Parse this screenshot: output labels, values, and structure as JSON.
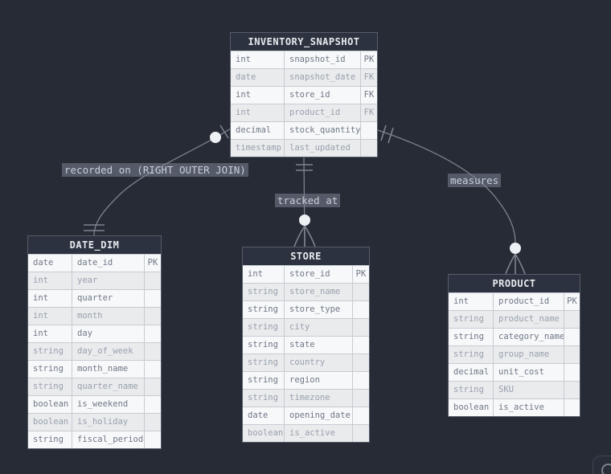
{
  "colors": {
    "canvas_bg": "#262b35",
    "entity_header_bg": "#2c3240",
    "entity_header_text": "#e7eaee",
    "row_odd_bg": "#f7f8f9",
    "row_even_bg": "#e9ebed",
    "row_odd_text": "#6f7887",
    "row_even_text": "#9aa1ad",
    "edge_stroke": "#7d838e",
    "cardinality_circle_fill": "#eef1f4",
    "relationship_label_bg": "#7a8290",
    "relationship_label_text": "#c9cfd9"
  },
  "entities": [
    {
      "name": "INVENTORY_SNAPSHOT",
      "rows": [
        {
          "type": "int",
          "name": "snapshot_id",
          "key": "PK"
        },
        {
          "type": "date",
          "name": "snapshot_date",
          "key": "FK"
        },
        {
          "type": "int",
          "name": "store_id",
          "key": "FK"
        },
        {
          "type": "int",
          "name": "product_id",
          "key": "FK"
        },
        {
          "type": "decimal",
          "name": "stock_quantity",
          "key": ""
        },
        {
          "type": "timestamp",
          "name": "last_updated",
          "key": ""
        }
      ]
    },
    {
      "name": "DATE_DIM",
      "rows": [
        {
          "type": "date",
          "name": "date_id",
          "key": "PK"
        },
        {
          "type": "int",
          "name": "year",
          "key": ""
        },
        {
          "type": "int",
          "name": "quarter",
          "key": ""
        },
        {
          "type": "int",
          "name": "month",
          "key": ""
        },
        {
          "type": "int",
          "name": "day",
          "key": ""
        },
        {
          "type": "string",
          "name": "day_of_week",
          "key": ""
        },
        {
          "type": "string",
          "name": "month_name",
          "key": ""
        },
        {
          "type": "string",
          "name": "quarter_name",
          "key": ""
        },
        {
          "type": "boolean",
          "name": "is_weekend",
          "key": ""
        },
        {
          "type": "boolean",
          "name": "is_holiday",
          "key": ""
        },
        {
          "type": "string",
          "name": "fiscal_period",
          "key": ""
        }
      ]
    },
    {
      "name": "STORE",
      "rows": [
        {
          "type": "int",
          "name": "store_id",
          "key": "PK"
        },
        {
          "type": "string",
          "name": "store_name",
          "key": ""
        },
        {
          "type": "string",
          "name": "store_type",
          "key": ""
        },
        {
          "type": "string",
          "name": "city",
          "key": ""
        },
        {
          "type": "string",
          "name": "state",
          "key": ""
        },
        {
          "type": "string",
          "name": "country",
          "key": ""
        },
        {
          "type": "string",
          "name": "region",
          "key": ""
        },
        {
          "type": "string",
          "name": "timezone",
          "key": ""
        },
        {
          "type": "date",
          "name": "opening_date",
          "key": ""
        },
        {
          "type": "boolean",
          "name": "is_active",
          "key": ""
        }
      ]
    },
    {
      "name": "PRODUCT",
      "rows": [
        {
          "type": "int",
          "name": "product_id",
          "key": "PK"
        },
        {
          "type": "string",
          "name": "product_name",
          "key": ""
        },
        {
          "type": "string",
          "name": "category_name",
          "key": ""
        },
        {
          "type": "string",
          "name": "group_name",
          "key": ""
        },
        {
          "type": "decimal",
          "name": "unit_cost",
          "key": ""
        },
        {
          "type": "string",
          "name": "SKU",
          "key": ""
        },
        {
          "type": "boolean",
          "name": "is_active",
          "key": ""
        }
      ]
    }
  ],
  "relationships": [
    {
      "label": "recorded on (RIGHT OUTER JOIN)",
      "from": "INVENTORY_SNAPSHOT",
      "to": "DATE_DIM",
      "from_cardinality": "zero or one",
      "to_cardinality": "exactly one"
    },
    {
      "label": "tracked at",
      "from": "INVENTORY_SNAPSHOT",
      "to": "STORE",
      "from_cardinality": "exactly one",
      "to_cardinality": "zero or many"
    },
    {
      "label": "measures",
      "from": "INVENTORY_SNAPSHOT",
      "to": "PRODUCT",
      "from_cardinality": "exactly one",
      "to_cardinality": "zero or many"
    }
  ]
}
